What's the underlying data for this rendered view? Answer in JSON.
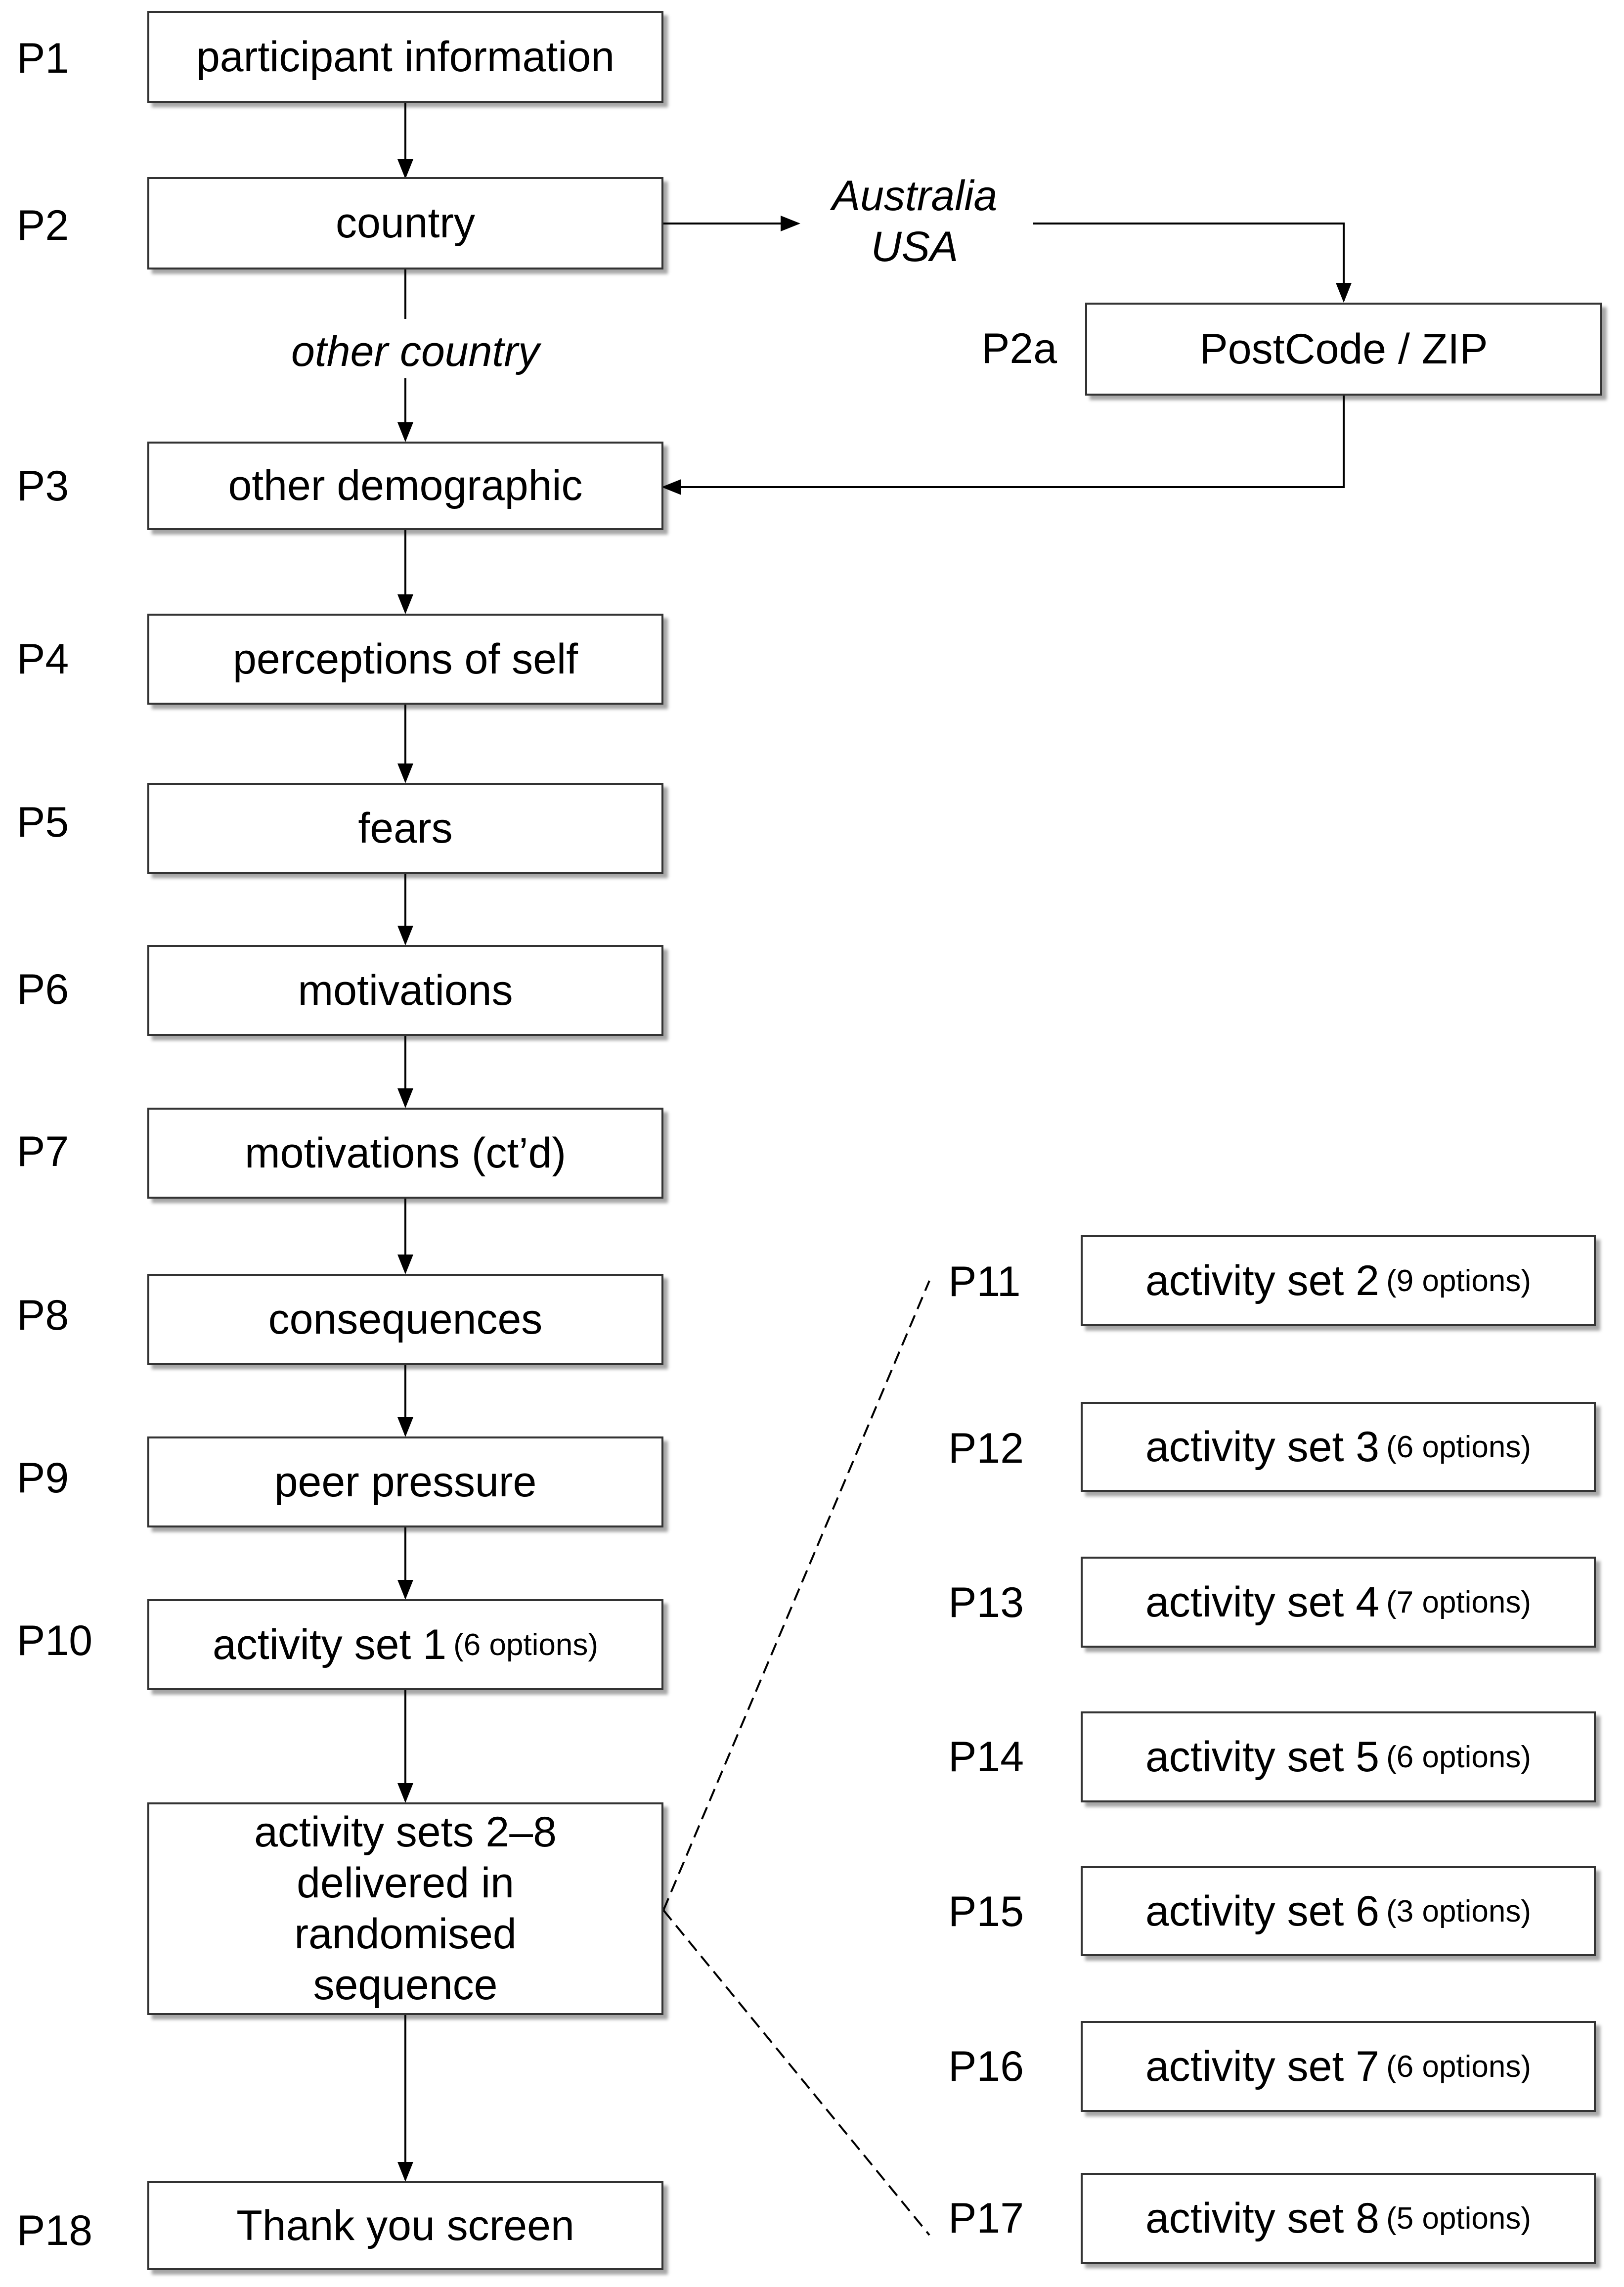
{
  "pages": {
    "p1": {
      "label": "P1",
      "text": "participant information"
    },
    "p2": {
      "label": "P2",
      "text": "country"
    },
    "p2a": {
      "label": "P2a",
      "text": "PostCode / ZIP"
    },
    "p3": {
      "label": "P3",
      "text": "other demographic"
    },
    "p4": {
      "label": "P4",
      "text": "perceptions of self"
    },
    "p5": {
      "label": "P5",
      "text": "fears"
    },
    "p6": {
      "label": "P6",
      "text": "motivations"
    },
    "p7": {
      "label": "P7",
      "text": "motivations (ct’d)"
    },
    "p8": {
      "label": "P8",
      "text": "consequences"
    },
    "p9": {
      "label": "P9",
      "text": "peer pressure"
    },
    "p10": {
      "label": "P10",
      "text": "activity set 1",
      "options": "(6 options)"
    },
    "random": {
      "lines": [
        "activity sets 2–8",
        "delivered in",
        "randomised",
        "sequence"
      ]
    },
    "p18": {
      "label": "P18",
      "text": "Thank you screen"
    }
  },
  "branches": {
    "australia_usa": [
      "Australia",
      "USA"
    ],
    "other_country": "other country"
  },
  "activity_sets": [
    {
      "label": "P11",
      "text": "activity set 2",
      "options": "(9 options)"
    },
    {
      "label": "P12",
      "text": "activity set 3",
      "options": "(6 options)"
    },
    {
      "label": "P13",
      "text": "activity set 4",
      "options": "(7 options)"
    },
    {
      "label": "P14",
      "text": "activity set 5",
      "options": "(6 options)"
    },
    {
      "label": "P15",
      "text": "activity set 6",
      "options": "(3 options)"
    },
    {
      "label": "P16",
      "text": "activity set 7",
      "options": "(6 options)"
    },
    {
      "label": "P17",
      "text": "activity set 8",
      "options": "(5 options)"
    }
  ]
}
